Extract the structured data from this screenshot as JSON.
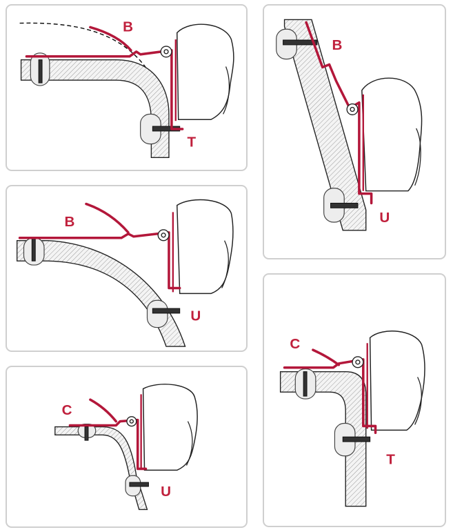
{
  "panels": [
    {
      "id": "p1",
      "label": "B",
      "bottom_label": "T"
    },
    {
      "id": "p2",
      "label": "B",
      "bottom_label": "U"
    },
    {
      "id": "p3",
      "label": "C",
      "bottom_label": "U"
    },
    {
      "id": "p4",
      "label": "B",
      "bottom_label": "U"
    },
    {
      "id": "p5",
      "label": "C",
      "bottom_label": "T"
    }
  ],
  "colors": {
    "bracket": "#b3173a",
    "label": "#c0203c",
    "border": "#cfcfcf"
  }
}
